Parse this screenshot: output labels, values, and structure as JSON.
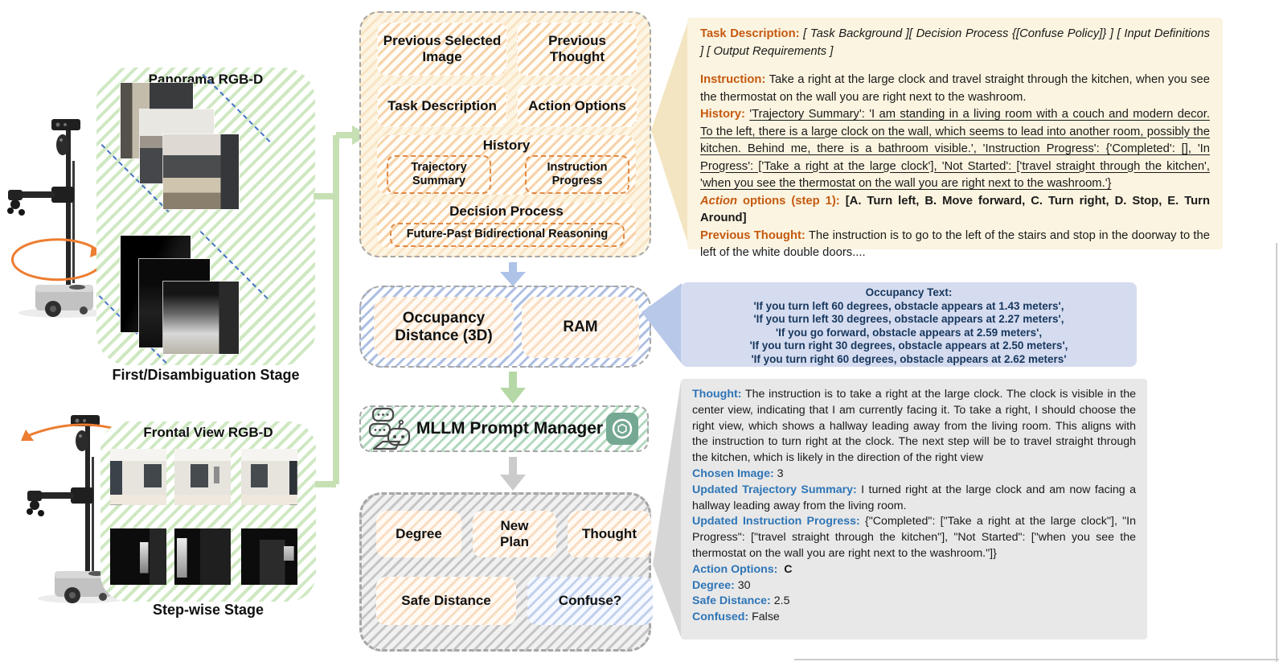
{
  "left": {
    "panorama": {
      "title": "Panorama RGB-D",
      "stage_label": "First/Disambiguation Stage"
    },
    "frontal": {
      "title": "Frontal View RGB-D",
      "stage_label": "Step-wise Stage"
    }
  },
  "flow": {
    "prompt_box": {
      "previous_selected_image": "Previous Selected Image",
      "previous_thought": "Previous Thought",
      "task_description": "Task Description",
      "action_options": "Action Options",
      "history_title": "History",
      "trajectory_summary": "Trajectory Summary",
      "instruction_progress": "Instruction Progress",
      "decision_process_title": "Decision Process",
      "future_past_reasoning": "Future-Past Bidirectional Reasoning"
    },
    "perception_box": {
      "occupancy_distance": "Occupancy Distance (3D)",
      "ram": "RAM"
    },
    "mllm_box": {
      "label": "MLLM Prompt Manager"
    },
    "output_box": {
      "degree": "Degree",
      "new_plan": "New Plan",
      "thought": "Thought",
      "safe_distance": "Safe Distance",
      "confuse": "Confuse?"
    }
  },
  "prompt_panel": {
    "task_description_label": "Task Description:",
    "task_description_text": "[ Task Background ][ Decision Process {[Confuse Policy]} ] [ Input Definitions ] [ Output Requirements ]",
    "instruction_label": "Instruction:",
    "instruction_text": "Take a right at the large clock and travel straight through the kitchen, when you see the thermostat on the wall you are right next to the washroom.",
    "history_label": "History:",
    "history_text": "'Trajectory Summary': 'I am standing in a living room with a couch and modern decor. To the left, there is a large clock on the wall, which seems to lead into another room, possibly the kitchen. Behind me, there is a bathroom visible.', 'Instruction Progress': {'Completed': [], 'In Progress': ['Take a right at the large clock'], 'Not Started': ['travel straight through the kitchen', 'when you see the thermostat on the wall you are right next to the washroom.'}",
    "action_label_italic": "Action",
    "action_label_rest": " options (step 1):",
    "action_text": "[A. Turn left, B. Move forward, C. Turn right, D. Stop, E. Turn Around]",
    "previous_thought_label": "Previous Thought:",
    "previous_thought_text": "The instruction is to go to the left of the stairs and stop in the doorway to the left of the white double doors...."
  },
  "occupancy_panel": {
    "title": "Occupancy Text:",
    "lines": [
      "'If you turn left 60 degrees, obstacle appears at 1.43 meters',",
      "'If you turn left 30 degrees, obstacle appears at 2.27 meters',",
      "'If you go forward, obstacle appears at 2.59 meters',",
      "'If you turn right 30 degrees, obstacle appears at 2.50 meters',",
      "'If you turn right 60 degrees, obstacle appears at 2.62 meters'"
    ]
  },
  "output_panel": {
    "thought_label": "Thought:",
    "thought_text": "The instruction is to take a right at the large clock. The clock is visible in the center view, indicating that I am currently facing it. To take a right, I should choose the right view, which shows a hallway leading away from the living room. This aligns with the instruction to turn right at the clock. The next step will be to travel straight through the kitchen, which is likely in the direction of the right view",
    "chosen_image_label": "Chosen Image:",
    "chosen_image_value": "3",
    "updated_trajectory_label": "Updated Trajectory Summary:",
    "updated_trajectory_text": "I turned right at the large clock and am now facing a hallway leading away from the living room.",
    "updated_progress_label": "Updated Instruction Progress:",
    "updated_progress_text": "{\"Completed\": [\"Take a right at the large clock\"], \"In Progress\": [\"travel straight through the kitchen\"], \"Not Started\": [\"when you see the thermostat on the wall you are right next to the washroom.\"]}",
    "action_options_label": "Action Options:",
    "action_options_value": "C",
    "degree_label": "Degree:",
    "degree_value": "30",
    "safe_distance_label": "Safe Distance:",
    "safe_distance_value": "2.5",
    "confused_label": "Confused:",
    "confused_value": "False"
  },
  "colors": {
    "keyword_orange": "#C55A11",
    "keyword_blue": "#2E75B6",
    "navy_text": "#17375D",
    "panel_cream": "#FBF4E0",
    "panel_blue": "#D5DCF0",
    "panel_gray": "#E8E8E8",
    "openai_green": "#74A892",
    "connector_green": "#C6E0B4",
    "dashed_blue": "#4472C4",
    "arrow_orange": "#ED7D31"
  }
}
